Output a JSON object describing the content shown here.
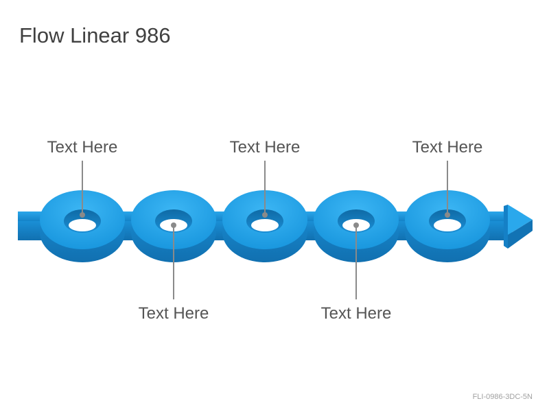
{
  "title": "Flow Linear 986",
  "labels": [
    "Text Here",
    "Text Here",
    "Text Here",
    "Text Here",
    "Text Here"
  ],
  "footer": "FLI-0986-3DC-5N",
  "colors": {
    "ring_top": "#1a9fe6",
    "ring_side": "#1580c6",
    "arrow": "#1b9be0",
    "callout_line": "#8a8a8a",
    "text": "#555555"
  }
}
